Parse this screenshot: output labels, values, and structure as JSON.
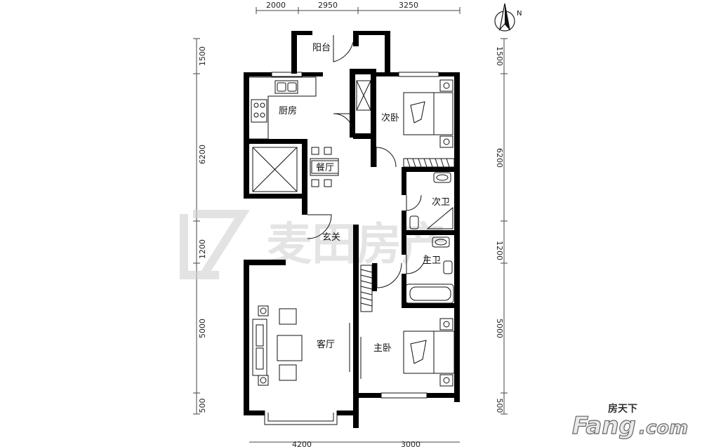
{
  "dimensions": {
    "top": [
      "2000",
      "2950",
      "3250"
    ],
    "bottom": [
      "4200",
      "3000"
    ],
    "left": [
      "1500",
      "6200",
      "1200",
      "5000",
      "500"
    ],
    "right": [
      "1500",
      "6200",
      "1200",
      "5000",
      "500"
    ]
  },
  "rooms": {
    "balcony": "阳台",
    "kitchen": "厨房",
    "second_bedroom": "次卧",
    "dining": "餐厅",
    "second_bath": "次卫",
    "entrance": "玄关",
    "master_bath": "主卫",
    "living": "客厅",
    "master_bedroom": "主卧"
  },
  "watermark": {
    "text": "麦田房产"
  },
  "brand": {
    "cn": "房天下",
    "en": "Fang",
    "domain": ".com"
  },
  "compass": {
    "label": "N"
  }
}
